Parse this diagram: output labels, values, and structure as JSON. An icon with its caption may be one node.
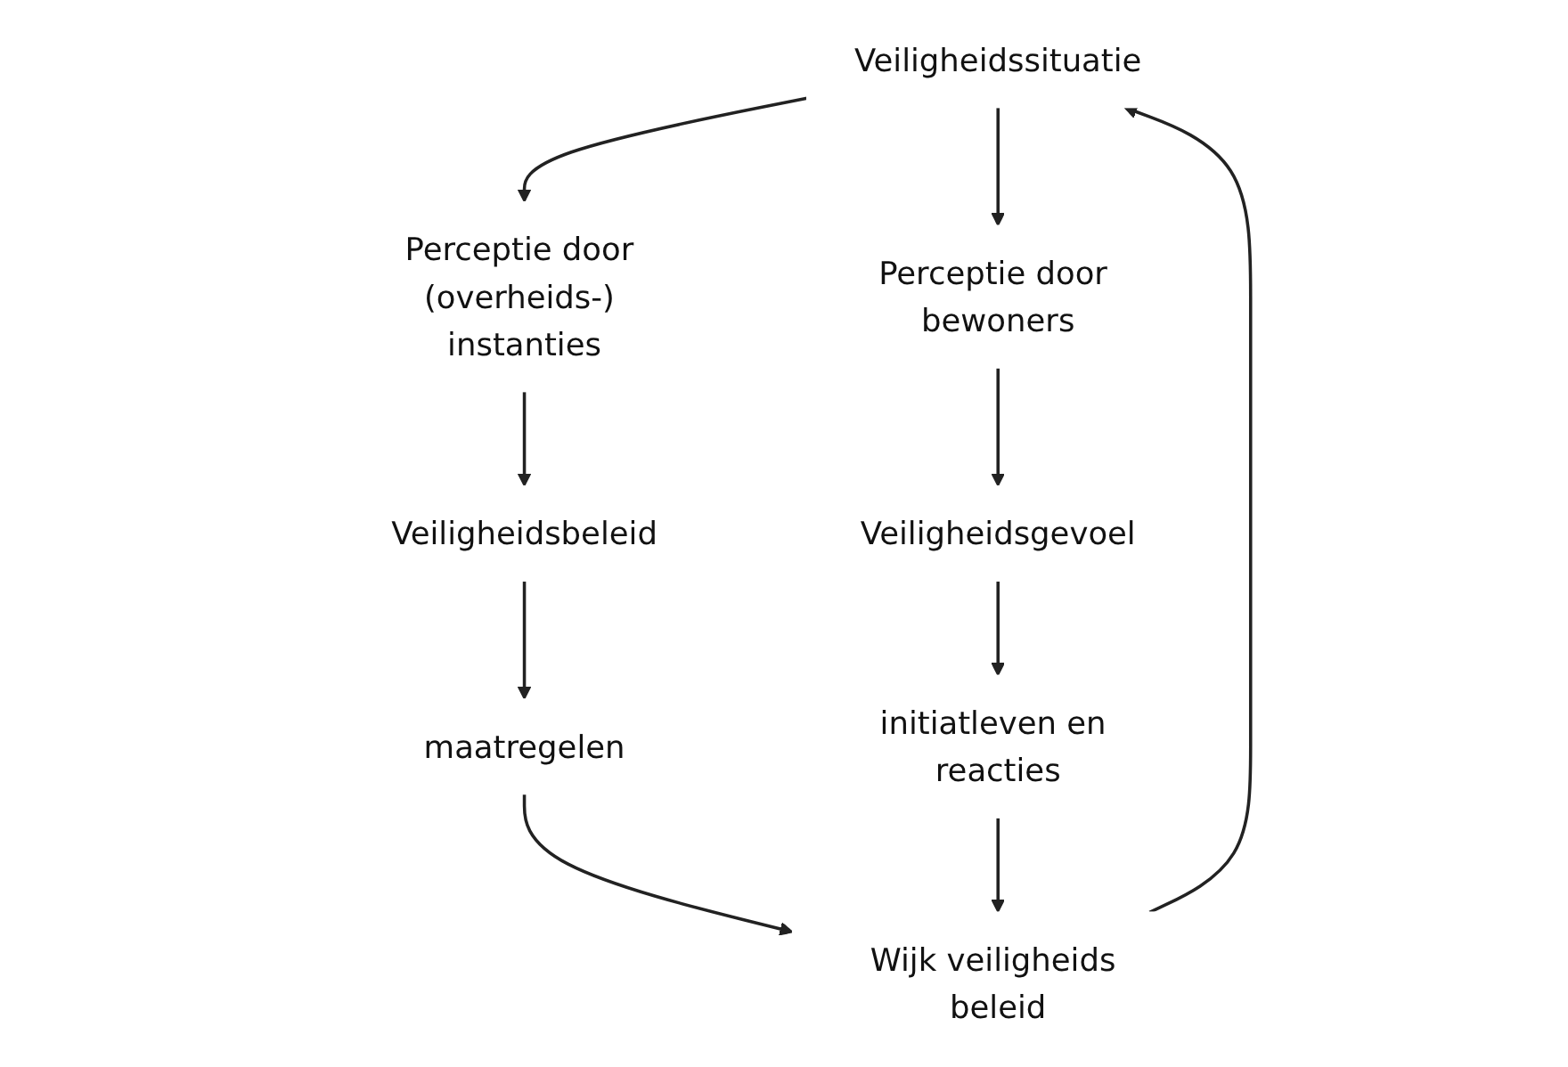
{
  "diagram": {
    "nodes": [
      {
        "text": [
          "Veiligheidssituatie"
        ]
      },
      {
        "text": [
          "Perceptie door (overheids-) instanties"
        ]
      },
      {
        "text": [
          "Perceptie door bewoners"
        ]
      },
      {
        "text": [
          "Wijk veiligheids beleid"
        ]
      },
      {
        "text": [
          "Veiligheidsbeleid"
        ]
      },
      {
        "text": [
          "Veiligheidsgevoel"
        ]
      },
      {
        "text": [
          "maatregelen"
        ]
      },
      {
        "text": [
          "initiatleven en reacties"
        ]
      }
    ],
    "edges": [
      {
        "from": 0,
        "to": 1,
        "arrow": "to"
      },
      {
        "from": 0,
        "to": 2,
        "arrow": "to"
      },
      {
        "from": 3,
        "to": 0,
        "arrow": "to"
      },
      {
        "from": 1,
        "to": 4,
        "arrow": "to"
      },
      {
        "from": 2,
        "to": 5,
        "arrow": "to"
      },
      {
        "from": 4,
        "to": 6,
        "arrow": "to"
      },
      {
        "from": 5,
        "to": 7,
        "arrow": "to"
      },
      {
        "from": 6,
        "to": 3,
        "arrow": "to"
      },
      {
        "from": 7,
        "to": 3,
        "arrow": "to"
      }
    ]
  }
}
